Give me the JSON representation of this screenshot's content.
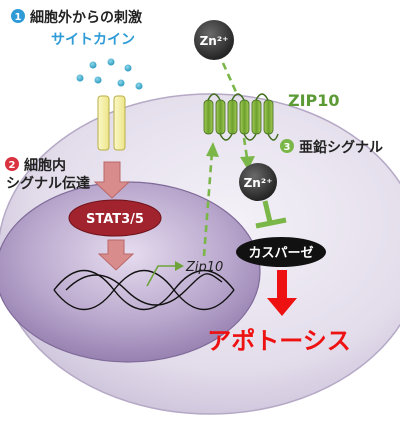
{
  "step1": {
    "number": "1",
    "title": "細胞外からの刺激",
    "subtitle": "サイトカイン"
  },
  "step2": {
    "number": "2",
    "title_line1": "細胞内",
    "title_line2": "シグナル伝達"
  },
  "step3": {
    "number": "3",
    "title": "亜鉛シグナル"
  },
  "labels": {
    "zn_top": "Zn²⁺",
    "zn_inner": "Zn²⁺",
    "zip10": "ZIP10",
    "stat": "STAT3/5",
    "zip10_gene": "Zip10",
    "caspase": "カスパーゼ",
    "apoptosis": "アポトーシス"
  },
  "colors": {
    "step1_badge": "#2e9bd6",
    "step2_badge": "#d9333f",
    "step3_badge": "#7ab648",
    "cytokine_text": "#2e9bd6",
    "zip10_text": "#5b9a34",
    "apoptosis_red": "#ee1111"
  }
}
